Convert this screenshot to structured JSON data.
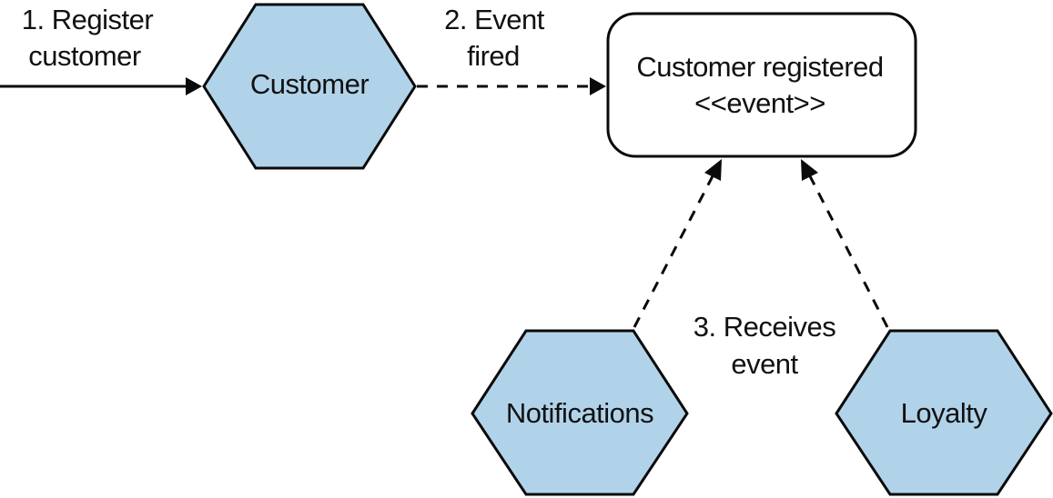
{
  "diagram": {
    "colors": {
      "service_fill": "#b1d3ea",
      "stroke": "#0a0a0a",
      "event_fill": "#ffffff"
    },
    "services": {
      "customer": "Customer",
      "notifications": "Notifications",
      "loyalty": "Loyalty"
    },
    "event": {
      "line1": "Customer registered",
      "line2": "<<event>>"
    },
    "steps": {
      "step1_line1": "1. Register",
      "step1_line2": "customer",
      "step2_line1": "2. Event",
      "step2_line2": "fired",
      "step3_line1": "3. Receives",
      "step3_line2": "event"
    }
  }
}
